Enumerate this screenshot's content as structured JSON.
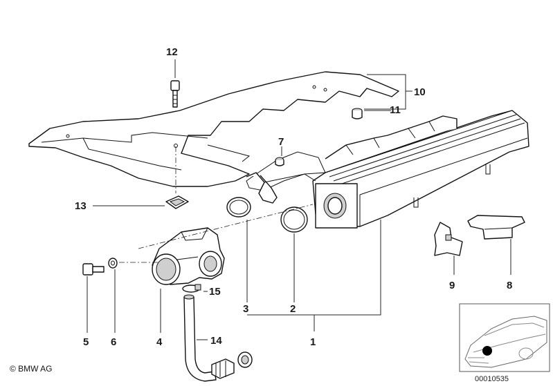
{
  "callouts": {
    "c1": "1",
    "c2": "2",
    "c3": "3",
    "c4": "4",
    "c5": "5",
    "c6": "6",
    "c7": "7",
    "c8": "8",
    "c9": "9",
    "c10": "10",
    "c11": "11",
    "c12": "12",
    "c13": "13",
    "c14": "14",
    "c15": "15"
  },
  "footer": {
    "copyright": "© BMW AG",
    "document_number": "00010535"
  }
}
